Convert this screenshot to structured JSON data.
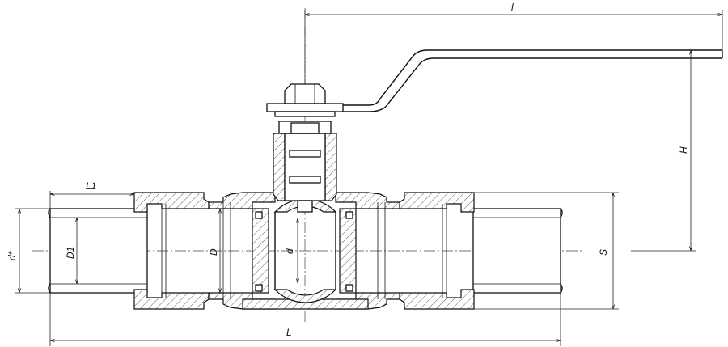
{
  "drawing": {
    "labels": {
      "l": "l",
      "H": "H",
      "L1": "L1",
      "d_star": "d*",
      "D1": "D1",
      "D": "D",
      "d": "d",
      "S": "S",
      "L": "L"
    }
  }
}
